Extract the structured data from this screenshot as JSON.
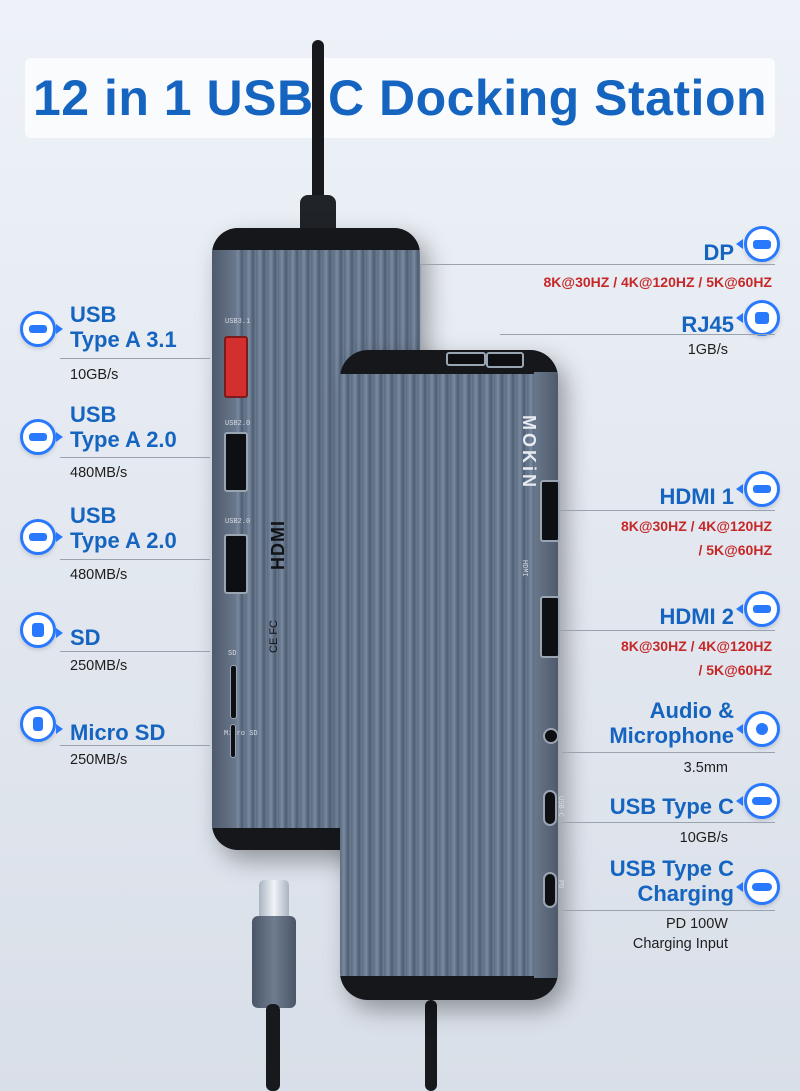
{
  "banner": {
    "title": "12 in 1 USB C Docking Station"
  },
  "device": {
    "brand": "MOKiN",
    "hdmi_print": "HDMI",
    "cert_print": "CE FC"
  },
  "port_prints": {
    "usb31": "USB3.1",
    "usb20a": "USB2.0",
    "usb20b": "USB2.0",
    "sd": "SD",
    "microsd": "Micro SD",
    "hdmi": "HDMI",
    "usbc": "USB-C",
    "pd": "PD"
  },
  "left_ports": [
    {
      "title_line1": "USB",
      "title_line2": "Type A 3.1",
      "spec": "10GB/s",
      "icon": "usb-a-icon"
    },
    {
      "title_line1": "USB",
      "title_line2": "Type A 2.0",
      "spec": "480MB/s",
      "icon": "usb-a-icon"
    },
    {
      "title_line1": "USB",
      "title_line2": "Type A 2.0",
      "spec": "480MB/s",
      "icon": "usb-a-icon"
    },
    {
      "title_line1": "SD",
      "spec": "250MB/s",
      "icon": "sd-card-icon"
    },
    {
      "title_line1": "Micro SD",
      "spec": "250MB/s",
      "icon": "micro-sd-icon"
    }
  ],
  "right_ports": {
    "dp": {
      "title": "DP",
      "spec": "8K@30HZ / 4K@120HZ  / 5K@60HZ",
      "icon": "displayport-icon"
    },
    "rj45": {
      "title": "RJ45",
      "spec": "1GB/s",
      "icon": "ethernet-icon"
    },
    "hdmi1": {
      "title": "HDMI 1",
      "spec_line1": "8K@30HZ / 4K@120HZ",
      "spec_line2": "/ 5K@60HZ",
      "icon": "hdmi-icon"
    },
    "hdmi2": {
      "title": "HDMI 2",
      "spec_line1": "8K@30HZ / 4K@120HZ",
      "spec_line2": "/ 5K@60HZ",
      "icon": "hdmi-icon"
    },
    "audio": {
      "title_line1": "Audio &",
      "title_line2": "Microphone",
      "spec": "3.5mm",
      "icon": "audio-jack-icon"
    },
    "usbc": {
      "title": "USB Type C",
      "spec": "10GB/s",
      "icon": "usb-c-icon"
    },
    "pd": {
      "title_line1": "USB Type C",
      "title_line2": "Charging",
      "spec_line1": "PD 100W",
      "spec_line2": "Charging Input",
      "icon": "usb-c-charging-icon"
    }
  },
  "colors": {
    "accent": "#1565c0",
    "icon_blue": "#2979ff",
    "spec_red": "#c62828"
  }
}
